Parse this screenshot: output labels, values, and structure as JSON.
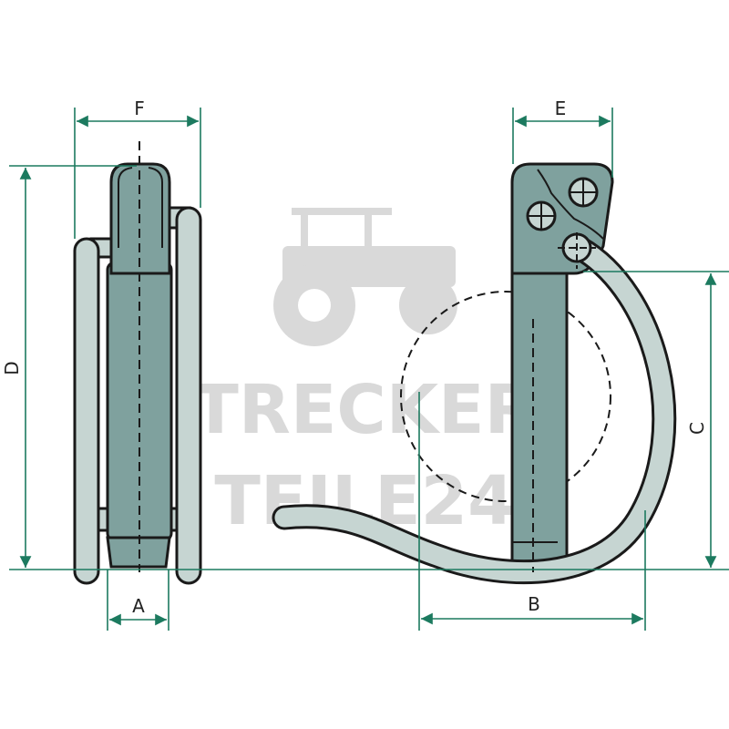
{
  "drawing": {
    "title": "Linch pin dimension drawing",
    "dimensions": {
      "A": "A",
      "B": "B",
      "C": "C",
      "D": "D",
      "E": "E",
      "F": "F"
    }
  },
  "watermark": {
    "line1": "TRECKER",
    "line2": "TEILE24"
  },
  "colors": {
    "dimension": "#1c7a5f",
    "pin_dark": "#7fa19e",
    "pin_light": "#c6d5d2",
    "outline": "#1a1a1a",
    "watermark": "#d9d9d9"
  }
}
